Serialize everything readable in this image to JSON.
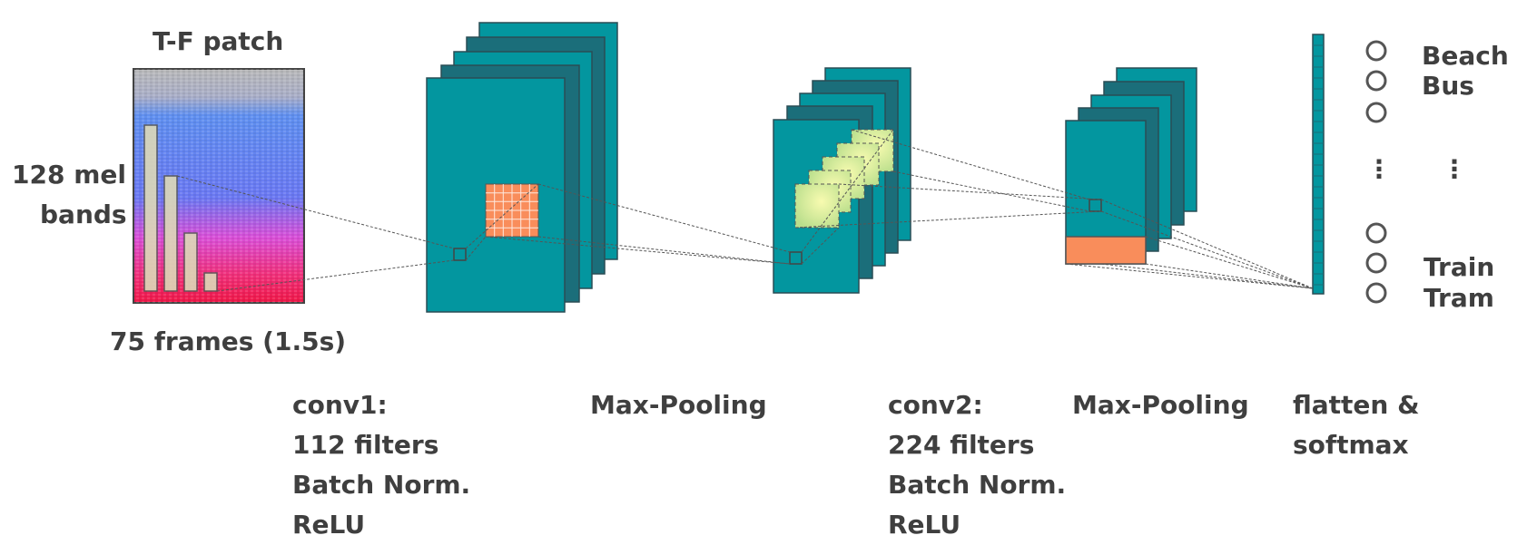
{
  "input": {
    "title": "T-F patch",
    "ylabel_line1": "128 mel",
    "ylabel_line2": "bands",
    "xlabel": "75 frames (1.5s)"
  },
  "layers": [
    {
      "line1": "conv1:",
      "line2": "112 filters",
      "line3": "Batch Norm.",
      "line4": "ReLU"
    },
    {
      "line1": "Max-Pooling"
    },
    {
      "line1": "conv2:",
      "line2": "224 filters",
      "line3": "Batch Norm.",
      "line4": "ReLU"
    },
    {
      "line1": "Max-Pooling"
    },
    {
      "line1": "flatten &",
      "line2": "softmax"
    }
  ],
  "outputs": {
    "classes": [
      "Beach",
      "Bus",
      "Train",
      "Tram"
    ],
    "ellipsis": "⋮"
  },
  "colors": {
    "feature_map": "#03969f",
    "feature_map_dark": "#1b6e7a",
    "kernel": "#f98d5b",
    "receptive_field": "#c6e39a",
    "text": "#3f3f3f"
  }
}
